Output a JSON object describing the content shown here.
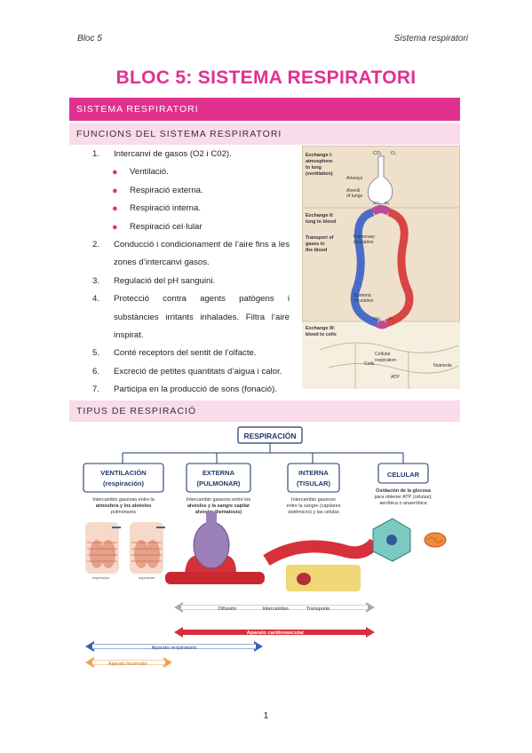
{
  "header": {
    "left": "Bloc 5",
    "right": "Sistema respiratori"
  },
  "title": "BLOC 5: SISTEMA RESPIRATORI",
  "section": "SISTEMA RESPIRATORI",
  "subsection1": "FUNCIONS DEL SISTEMA RESPIRATORI",
  "functions": [
    {
      "num": "1.",
      "text": "Intercanvi de gasos (O2 i C02)."
    },
    {
      "num": "2.",
      "text": "Conducció i condicionament de l’aire fins a les zones d’intercanvi gasos."
    },
    {
      "num": "3.",
      "text": "Regulació del pH sanguini."
    },
    {
      "num": "4.",
      "text": "Protecció contra agents patògens i substàncies irritants inhalades. Filtra l’aire inspirat."
    },
    {
      "num": "5.",
      "text": "Conté receptors del sentit de l’olfacte."
    },
    {
      "num": "6.",
      "text": "Excreció de petites quantitats d’aigua i calor."
    },
    {
      "num": "7.",
      "text": "Participa en la producció de sons (fonació)."
    }
  ],
  "subfunctions": [
    "Ventilació.",
    "Respiració externa.",
    "Respiració interna.",
    "Respiració cel·lular"
  ],
  "figure1": {
    "stage1": [
      "Exchange I:",
      "atmosphere",
      "to lung",
      "(ventilation)"
    ],
    "stage2": [
      "Exchange II:",
      "lung to blood"
    ],
    "transport": [
      "Transport of",
      "gases in",
      "the blood"
    ],
    "stage3": [
      "Exchange III:",
      "blood to cells"
    ],
    "airways": "Airways",
    "alveoli": [
      "Alveoli",
      "of lungs"
    ],
    "pulmonary": [
      "Pulmonary",
      "circulation"
    ],
    "systemic": [
      "Systemic",
      "circulation"
    ],
    "co2": "CO₂",
    "o2": "O₂",
    "cellular": [
      "Cellular",
      "respiration"
    ],
    "cells": "Cells",
    "nutrients": "Nutrients",
    "atp": "ATP"
  },
  "subsection2": "TIPUS DE RESPIRACIÓ",
  "figure2": {
    "root": "RESPIRACIÓN",
    "boxes": [
      {
        "title1": "VENTILACIÓN",
        "title2": "(respiración)",
        "desc1": "Intercambio gaseoso entre la",
        "desc2": "atmósfera y los alvéolos",
        "desc3": "pulmonares"
      },
      {
        "title1": "EXTERNA",
        "title2": "(PULMONAR)",
        "desc1": "Intercambio gaseoso entre los",
        "desc2": "alvéolos y la sangre capilar",
        "desc3": "alveolar (hematosis)"
      },
      {
        "title1": "INTERNA",
        "title2": "(TISULAR)",
        "desc1": "Intercambio gaseoso",
        "desc2": "entre la sangre (capilares",
        "desc3": "sistémicos) y las células"
      },
      {
        "title1": "CELULAR",
        "title2": "",
        "desc1": "Oxidación de la glucosa",
        "desc2": "para obtener ATP (células);",
        "desc3": "aeróbica o anaeróbica"
      }
    ],
    "lung_labels": [
      "inspiración",
      "espiración"
    ],
    "flow": [
      "Difusión",
      "Intercambio",
      "Transporte"
    ],
    "cardio": "Aparato cardiovascular",
    "resp": "Aparato respiratorio",
    "loco": "Aparato locomotor",
    "colors": {
      "blue": "#3a62b6",
      "red": "#d6303b",
      "orange": "#f2a14a",
      "lightblue": "#8ab4e8",
      "navy": "#1f3a6b"
    }
  },
  "page_number": "1"
}
